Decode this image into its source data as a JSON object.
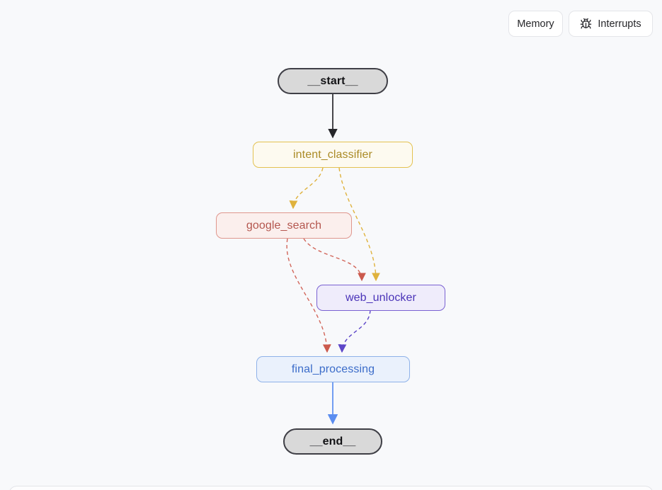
{
  "toolbar": {
    "memory": {
      "label": "Memory"
    },
    "interrupts": {
      "label": "Interrupts",
      "icon": "bug-icon"
    }
  },
  "graph": {
    "nodes": [
      {
        "id": "__start__",
        "label": "__start__",
        "kind": "terminal",
        "fill": "#d9d9d9",
        "border": "#3f3f46",
        "text_color": "#131316"
      },
      {
        "id": "intent_classifier",
        "label": "intent_classifier",
        "kind": "task",
        "fill": "#fdfaf0",
        "border": "#e3c251",
        "text_color": "#aa8a25"
      },
      {
        "id": "google_search",
        "label": "google_search",
        "kind": "task",
        "fill": "#fbefed",
        "border": "#df968d",
        "text_color": "#b4564e"
      },
      {
        "id": "web_unlocker",
        "label": "web_unlocker",
        "kind": "task",
        "fill": "#efecfb",
        "border": "#7a62d2",
        "text_color": "#4a33b8"
      },
      {
        "id": "final_processing",
        "label": "final_processing",
        "kind": "task",
        "fill": "#eaf1fc",
        "border": "#8fb2e9",
        "text_color": "#3b6cc9"
      },
      {
        "id": "__end__",
        "label": "__end__",
        "kind": "terminal",
        "fill": "#d9d9d9",
        "border": "#3f3f46",
        "text_color": "#131316"
      }
    ],
    "edges": [
      {
        "from": "__start__",
        "to": "intent_classifier",
        "style": "solid",
        "color": "#26262a"
      },
      {
        "from": "intent_classifier",
        "to": "google_search",
        "style": "dashed",
        "color": "#dfb23d"
      },
      {
        "from": "intent_classifier",
        "to": "web_unlocker",
        "style": "dashed",
        "color": "#dfb23d"
      },
      {
        "from": "google_search",
        "to": "web_unlocker",
        "style": "dashed",
        "color": "#d2665a"
      },
      {
        "from": "google_search",
        "to": "final_processing",
        "style": "dashed",
        "color": "#d2665a"
      },
      {
        "from": "web_unlocker",
        "to": "final_processing",
        "style": "dashed",
        "color": "#5d46c8"
      },
      {
        "from": "final_processing",
        "to": "__end__",
        "style": "solid",
        "color": "#5b8df0"
      }
    ]
  },
  "colors": {
    "canvas_bg": "#f8f9fb",
    "panel_border": "#e3e4e8",
    "button_bg": "#ffffff",
    "button_text": "#27272a"
  }
}
